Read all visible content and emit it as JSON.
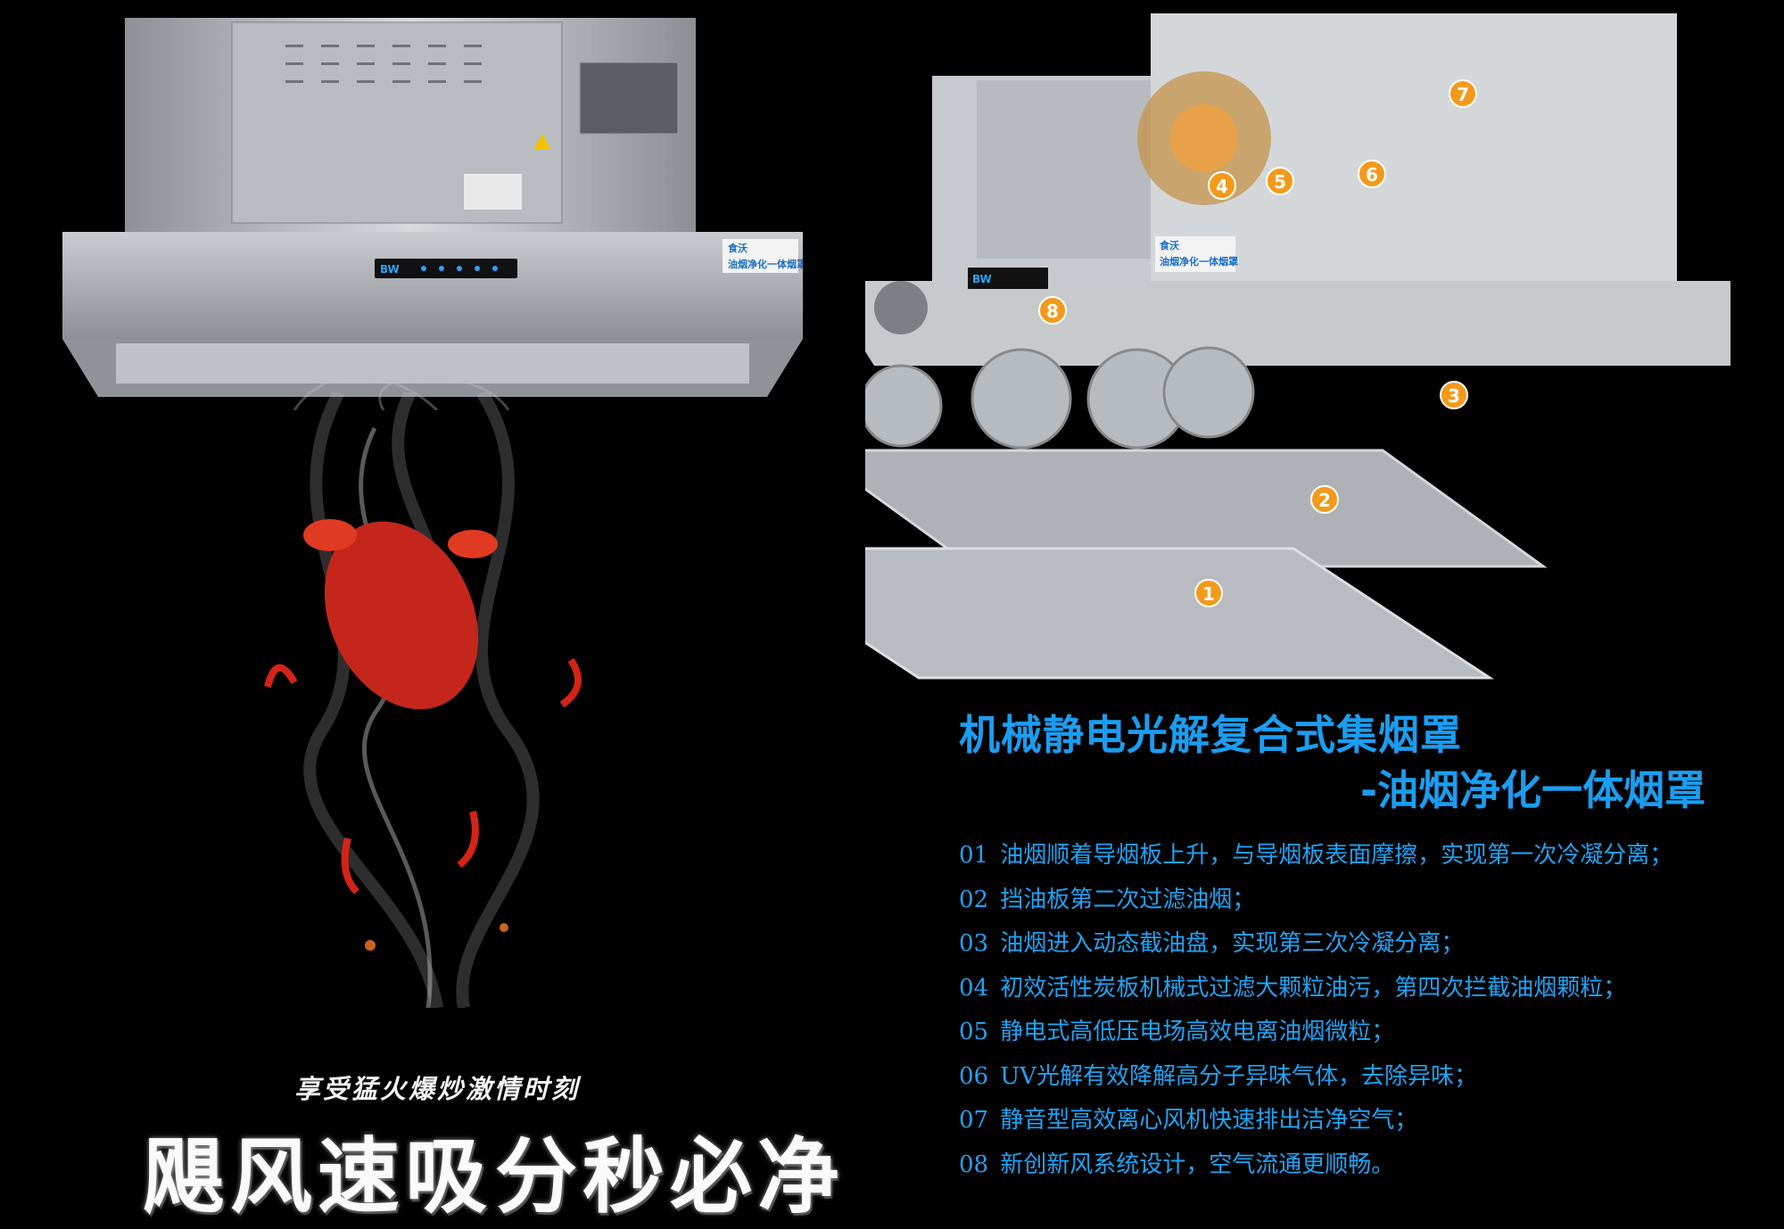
{
  "hood_left": {
    "brand_logo": "BW",
    "brand_name": "食沃",
    "product_label": "油烟净化一体烟罩"
  },
  "hood_right": {
    "brand_logo": "BW",
    "brand_name": "食沃",
    "product_label": "油烟净化一体烟罩",
    "callouts": [
      "1",
      "2",
      "3",
      "4",
      "5",
      "6",
      "7",
      "8"
    ]
  },
  "heading": {
    "line1": "机械静电光解复合式集烟罩",
    "line2": "-油烟净化一体烟罩"
  },
  "features": [
    {
      "num": "01",
      "text": "油烟顺着导烟板上升，与导烟板表面摩擦，实现第一次冷凝分离；"
    },
    {
      "num": "02",
      "text": "挡油板第二次过滤油烟；"
    },
    {
      "num": "03",
      "text": "油烟进入动态截油盘，实现第三次冷凝分离；"
    },
    {
      "num": "04",
      "text": "初效活性炭板机械式过滤大颗粒油污，第四次拦截油烟颗粒；"
    },
    {
      "num": "05",
      "text": "静电式高低压电场高效电离油烟微粒；"
    },
    {
      "num": "06",
      "text": "UV光解有效降解高分子异味气体，去除异味；"
    },
    {
      "num": "07",
      "text": "静音型高效离心风机快速排出洁净空气；"
    },
    {
      "num": "08",
      "text": "新创新风系统设计，空气流通更顺畅。"
    }
  ],
  "tagline": "享受猛火爆炒激情时刻",
  "slogan": {
    "part1": "飓风速吸",
    "part2": "分秒必净"
  },
  "colors": {
    "accent_blue": "#1b9df0",
    "callout_orange": "#f39a1c",
    "background": "#000000"
  }
}
